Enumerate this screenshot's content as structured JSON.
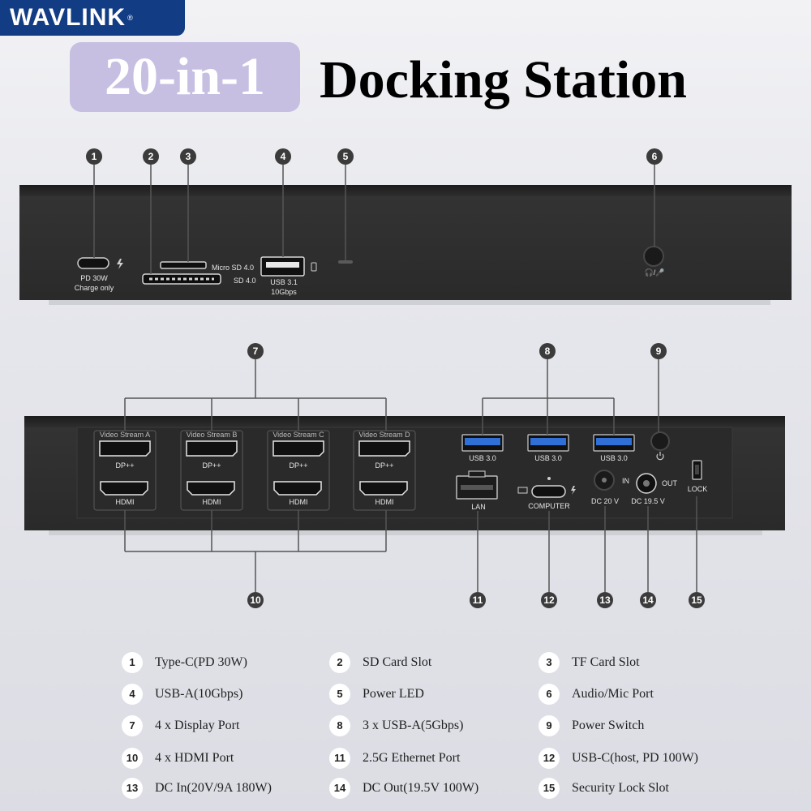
{
  "brand": {
    "logo": "WAVLINK",
    "mark": "®"
  },
  "heading": {
    "badge": "20-in-1",
    "title": "Docking Station"
  },
  "front_panel": {
    "pd_label": "PD 30W",
    "pd_sub": "Charge only",
    "microsd_label": "Micro SD 4.0",
    "sd_label": "SD 4.0",
    "usb_label": "USB 3.1",
    "usb_sub": "10Gbps",
    "audio_label": "🎧/🎤"
  },
  "rear_panel": {
    "video_streams": [
      "Video Stream A",
      "Video Stream B",
      "Video Stream C",
      "Video Stream D"
    ],
    "dp_label": "DP++",
    "hdmi_label": "HDMI",
    "usb30_label": "USB 3.0",
    "lan_label": "LAN",
    "computer_label": "COMPUTER",
    "in_label": "IN",
    "out_label": "OUT",
    "dc_in_label": "DC 20 V",
    "dc_out_label": "DC 19.5 V",
    "lock_label": "LOCK"
  },
  "callouts": [
    "1",
    "2",
    "3",
    "4",
    "5",
    "6",
    "7",
    "8",
    "9",
    "10",
    "11",
    "12",
    "13",
    "14",
    "15"
  ],
  "legend": [
    {
      "num": "1",
      "text": "Type-C(PD 30W)"
    },
    {
      "num": "2",
      "text": "SD Card Slot"
    },
    {
      "num": "3",
      "text": "TF Card Slot"
    },
    {
      "num": "4",
      "text": "USB-A(10Gbps)"
    },
    {
      "num": "5",
      "text": "Power LED"
    },
    {
      "num": "6",
      "text": "Audio/Mic Port"
    },
    {
      "num": "7",
      "text": "4 x Display Port"
    },
    {
      "num": "8",
      "text": "3 x USB-A(5Gbps)"
    },
    {
      "num": "9",
      "text": "Power Switch"
    },
    {
      "num": "10",
      "text": "4 x HDMI Port"
    },
    {
      "num": "11",
      "text": "2.5G Ethernet Port"
    },
    {
      "num": "12",
      "text": "USB-C(host, PD 100W)"
    },
    {
      "num": "13",
      "text": "DC In(20V/9A 180W)"
    },
    {
      "num": "14",
      "text": "DC Out(19.5V 100W)"
    },
    {
      "num": "15",
      "text": "Security Lock Slot"
    }
  ],
  "colors": {
    "logo_bg": "#123c84",
    "badge_bg": "#c6bfe2",
    "device": "#2b2b2b",
    "usb30_port": "#2f6fd6",
    "line": "#555555"
  }
}
